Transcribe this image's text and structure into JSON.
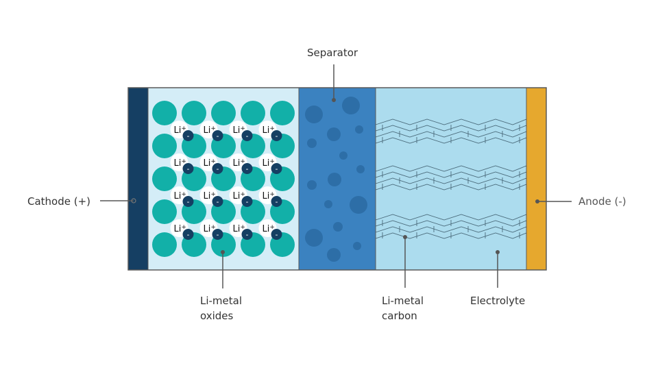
{
  "diagram": {
    "title": "Lithium-ion battery cell",
    "labels": {
      "separator": "Separator",
      "cathode": "Cathode (+)",
      "anode": "Anode (-)",
      "li_metal_oxides_line1": "Li-metal",
      "li_metal_oxides_line2": "oxides",
      "li_metal_carbon_line1": "Li-metal",
      "li_metal_carbon_line2": "carbon",
      "electrolyte": "Electrolyte"
    },
    "ion_label": "Li",
    "ion_charge": "+",
    "electron_symbol": "-",
    "grid": {
      "rows": 5,
      "cols": 5,
      "ion_rows": 4,
      "ion_cols": 4
    },
    "graphite_layers": 3,
    "colors": {
      "cathode_collector": "#153f63",
      "cathode_bg": "#d4edf7",
      "oxide_particle": "#12b0a8",
      "electron": "#153f63",
      "separator": "#3b82c0",
      "separator_pore": "#2d6ea7",
      "electrolyte": "#acdcee",
      "anode_collector": "#e6a82e",
      "graphite_line": "#4a6a7a",
      "leader": "#555555"
    }
  }
}
